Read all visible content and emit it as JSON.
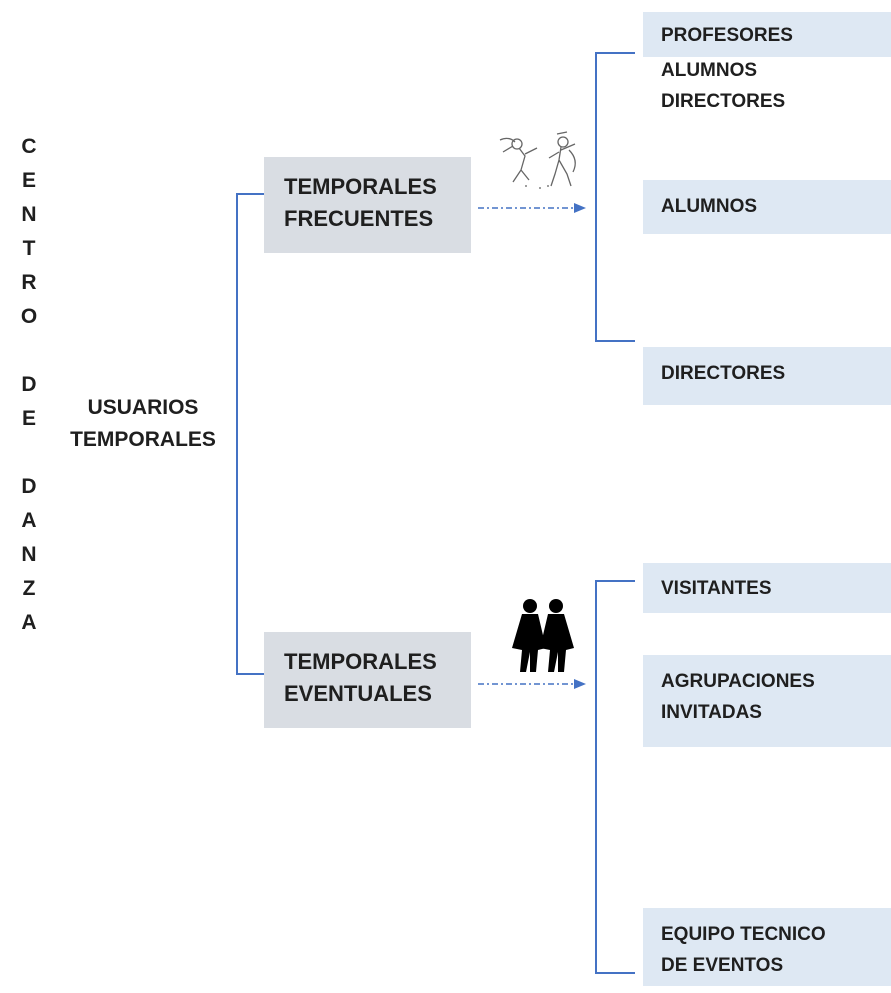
{
  "vertical_title": [
    "C",
    "E",
    "N",
    "T",
    "R",
    "O",
    "",
    "D",
    "E",
    "",
    "D",
    "A",
    "N",
    "Z",
    "A"
  ],
  "root": {
    "line1": "USUARIOS",
    "line2": "TEMPORALES"
  },
  "frecuentes": {
    "line1": "TEMPORALES",
    "line2": "FRECUENTES"
  },
  "eventuales": {
    "line1": "TEMPORALES",
    "line2": "EVENTUALES"
  },
  "leaves_frecuentes": {
    "first": [
      "PROFESORES",
      "ALUMNOS",
      "DIRECTORES"
    ],
    "second": "ALUMNOS",
    "third": "DIRECTORES"
  },
  "leaves_eventuales": {
    "first": "VISITANTES",
    "second": [
      "AGRUPACIONES",
      "INVITADAS"
    ],
    "third": [
      "EQUIPO TECNICO",
      "DE EVENTOS"
    ]
  },
  "icons": [
    "dancers-sketch-icon",
    "two-people-silhouette-icon"
  ],
  "colors": {
    "connector": "#4472c4",
    "mid_box": "#d9dde3",
    "leaf_box": "#dee8f3"
  }
}
